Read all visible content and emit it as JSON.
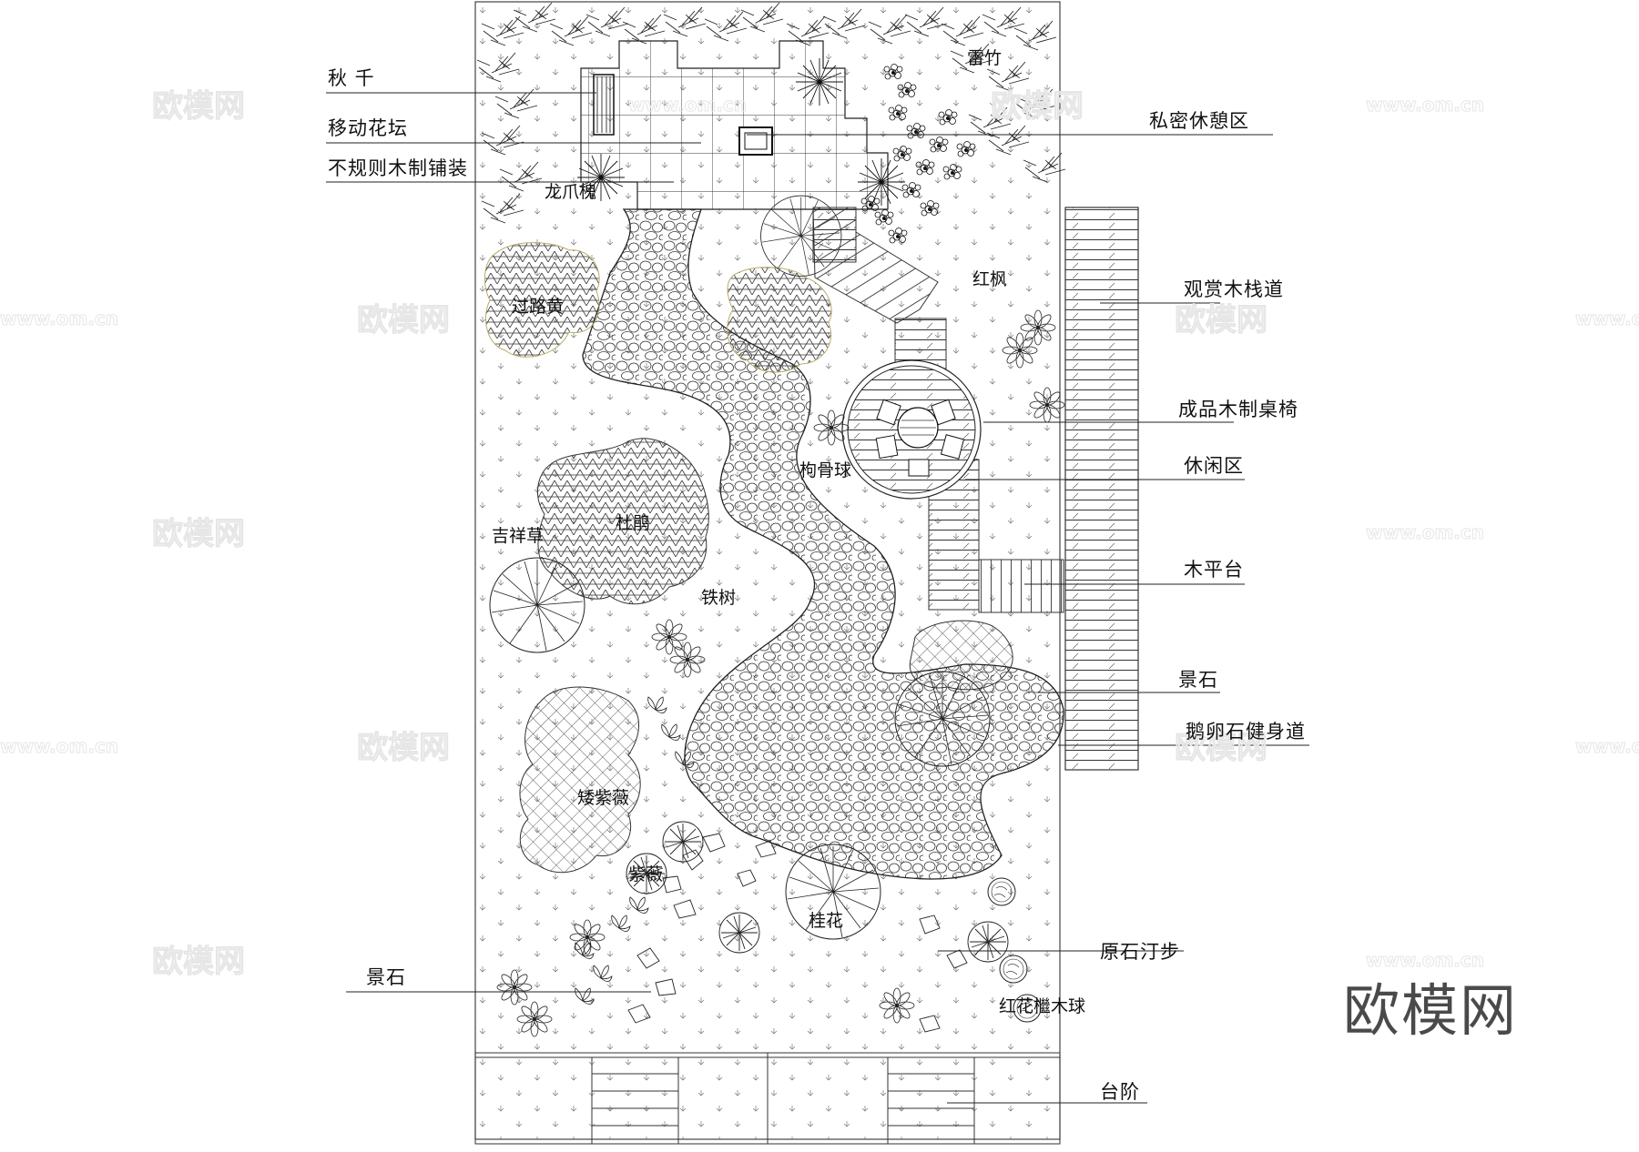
{
  "drawing": {
    "type": "landscape-site-plan",
    "style": "black-and-white CAD line drawing"
  },
  "callouts_left": [
    {
      "id": "swing",
      "text": "秋  千"
    },
    {
      "id": "movable-planter",
      "text": "移动花坛"
    },
    {
      "id": "irregular-wood-paving",
      "text": "不规则木制铺装"
    },
    {
      "id": "landscape-stone-bottom",
      "text": "景石"
    }
  ],
  "callouts_right": [
    {
      "id": "private-rest-area",
      "text": "私密休憩区"
    },
    {
      "id": "ornamental-boardwalk",
      "text": "观赏木栈道"
    },
    {
      "id": "wooden-table-chairs",
      "text": "成品木制桌椅"
    },
    {
      "id": "leisure-area",
      "text": "休闲区"
    },
    {
      "id": "wood-platform",
      "text": "木平台"
    },
    {
      "id": "landscape-stone-right",
      "text": "景石"
    },
    {
      "id": "pebble-fitness-path",
      "text": "鹅卵石健身道"
    },
    {
      "id": "stepping-stones",
      "text": "原石汀步"
    },
    {
      "id": "steps",
      "text": "台阶"
    }
  ],
  "plant_labels": [
    {
      "id": "lei-bamboo",
      "text": "雷竹"
    },
    {
      "id": "pagoda-tree",
      "text": "龙爪槐"
    },
    {
      "id": "golden-privet",
      "text": "过路黄"
    },
    {
      "id": "red-maple",
      "text": "红枫"
    },
    {
      "id": "holly-ball",
      "text": "枸骨球"
    },
    {
      "id": "azalea",
      "text": "杜鹃"
    },
    {
      "id": "lucky-grass",
      "text": "吉祥草"
    },
    {
      "id": "cycad",
      "text": "铁树"
    },
    {
      "id": "dwarf-crape-myrtle",
      "text": "矮紫薇"
    },
    {
      "id": "crape-myrtle",
      "text": "紫薇"
    },
    {
      "id": "osmanthus",
      "text": "桂花"
    },
    {
      "id": "loropetalum-ball",
      "text": "红花檵木球"
    }
  ],
  "watermark": {
    "brand": "欧模网",
    "url": "www.om.cn",
    "brand_color": "#4a4a4a",
    "faint_color": "#e6e6e6"
  },
  "colors": {
    "background": "#ffffff",
    "line": "#1a1a1a",
    "hatch_outline": "#b8ae6a"
  }
}
